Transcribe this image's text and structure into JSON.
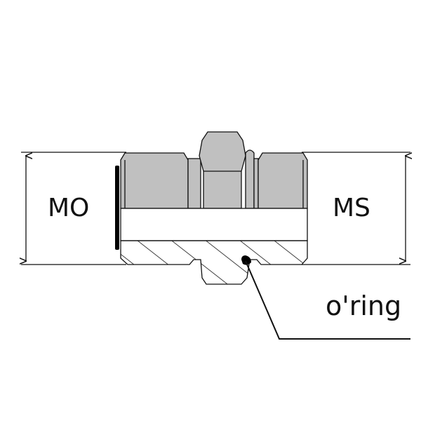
{
  "labels": {
    "left_dimension": "MO",
    "right_dimension": "MS",
    "seal": "o'ring"
  },
  "colors": {
    "body_fill": "#c0c0c0",
    "outline": "#111111",
    "seal": "#000000"
  }
}
